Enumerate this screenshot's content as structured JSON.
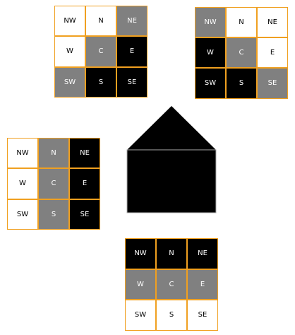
{
  "house": {
    "roof_color": "#000000",
    "body_color": "#000000",
    "outline_color": "#aaaaaa"
  },
  "colors": {
    "white": "#ffffff",
    "gray": "#808080",
    "black": "#000000",
    "grid_line": "#f0a020"
  },
  "grids": [
    {
      "id": "top-left",
      "cells": [
        {
          "label": "NW",
          "fill": "white"
        },
        {
          "label": "N",
          "fill": "white"
        },
        {
          "label": "NE",
          "fill": "gray"
        },
        {
          "label": "W",
          "fill": "white"
        },
        {
          "label": "C",
          "fill": "gray"
        },
        {
          "label": "E",
          "fill": "black"
        },
        {
          "label": "SW",
          "fill": "gray"
        },
        {
          "label": "S",
          "fill": "black"
        },
        {
          "label": "SE",
          "fill": "black"
        }
      ]
    },
    {
      "id": "top-right",
      "cells": [
        {
          "label": "NW",
          "fill": "gray"
        },
        {
          "label": "N",
          "fill": "white"
        },
        {
          "label": "NE",
          "fill": "white"
        },
        {
          "label": "W",
          "fill": "black"
        },
        {
          "label": "C",
          "fill": "gray"
        },
        {
          "label": "E",
          "fill": "white"
        },
        {
          "label": "SW",
          "fill": "black"
        },
        {
          "label": "S",
          "fill": "black"
        },
        {
          "label": "SE",
          "fill": "gray"
        }
      ]
    },
    {
      "id": "left",
      "cells": [
        {
          "label": "NW",
          "fill": "white"
        },
        {
          "label": "N",
          "fill": "gray"
        },
        {
          "label": "NE",
          "fill": "black"
        },
        {
          "label": "W",
          "fill": "white"
        },
        {
          "label": "C",
          "fill": "gray"
        },
        {
          "label": "E",
          "fill": "black"
        },
        {
          "label": "SW",
          "fill": "white"
        },
        {
          "label": "S",
          "fill": "gray"
        },
        {
          "label": "SE",
          "fill": "black"
        }
      ]
    },
    {
      "id": "bottom",
      "cells": [
        {
          "label": "NW",
          "fill": "black"
        },
        {
          "label": "N",
          "fill": "black"
        },
        {
          "label": "NE",
          "fill": "black"
        },
        {
          "label": "W",
          "fill": "gray"
        },
        {
          "label": "C",
          "fill": "gray"
        },
        {
          "label": "E",
          "fill": "gray"
        },
        {
          "label": "SW",
          "fill": "white"
        },
        {
          "label": "S",
          "fill": "white"
        },
        {
          "label": "SE",
          "fill": "white"
        }
      ]
    }
  ]
}
